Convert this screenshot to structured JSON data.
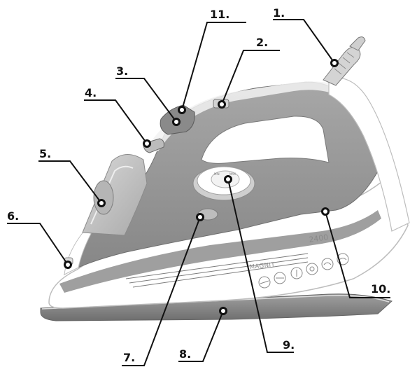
{
  "product": {
    "brand": "MAGNIT",
    "power": "2400"
  },
  "callouts": [
    {
      "id": "1",
      "label": "1."
    },
    {
      "id": "2",
      "label": "2."
    },
    {
      "id": "3",
      "label": "3."
    },
    {
      "id": "4",
      "label": "4."
    },
    {
      "id": "5",
      "label": "5."
    },
    {
      "id": "6",
      "label": "6."
    },
    {
      "id": "7",
      "label": "7."
    },
    {
      "id": "8",
      "label": "8."
    },
    {
      "id": "9",
      "label": "9."
    },
    {
      "id": "10",
      "label": "10."
    },
    {
      "id": "11",
      "label": "11."
    }
  ],
  "colors": {
    "body_main": "#9b9b9b",
    "body_dark": "#7f7f7f",
    "body_white": "#ffffff",
    "soleplate": "#8c8c8c",
    "water_tank": "#c9c9c9",
    "leader": "#111111"
  }
}
